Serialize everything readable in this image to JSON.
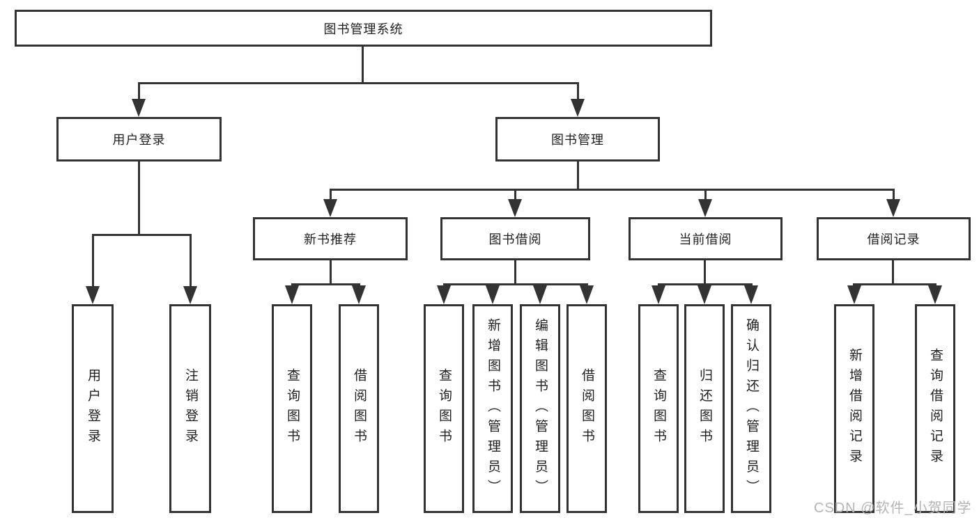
{
  "tree": {
    "root": {
      "label": "图书管理系统",
      "children": [
        {
          "label": "用户登录",
          "children": [
            {
              "label": "用户登录"
            },
            {
              "label": "注销登录"
            }
          ]
        },
        {
          "label": "图书管理",
          "children": [
            {
              "label": "新书推荐",
              "children": [
                {
                  "label": "查询图书"
                },
                {
                  "label": "借阅图书"
                }
              ]
            },
            {
              "label": "图书借阅",
              "children": [
                {
                  "label": "查询图书"
                },
                {
                  "label": "新增图书（管理员）"
                },
                {
                  "label": "编辑图书（管理员）"
                },
                {
                  "label": "借阅图书"
                }
              ]
            },
            {
              "label": "当前借阅",
              "children": [
                {
                  "label": "查询图书"
                },
                {
                  "label": "归还图书"
                },
                {
                  "label": "确认归还（管理员）"
                }
              ]
            },
            {
              "label": "借阅记录",
              "children": [
                {
                  "label": "新增借阅记录"
                },
                {
                  "label": "查询借阅记录"
                }
              ]
            }
          ]
        }
      ]
    }
  },
  "watermark": {
    "text": "CSDN @软件_小贺同学"
  },
  "colors": {
    "line": "#333333",
    "text": "#1f1f1f",
    "watermark": "#b4b4b4",
    "bg": "#ffffff"
  }
}
